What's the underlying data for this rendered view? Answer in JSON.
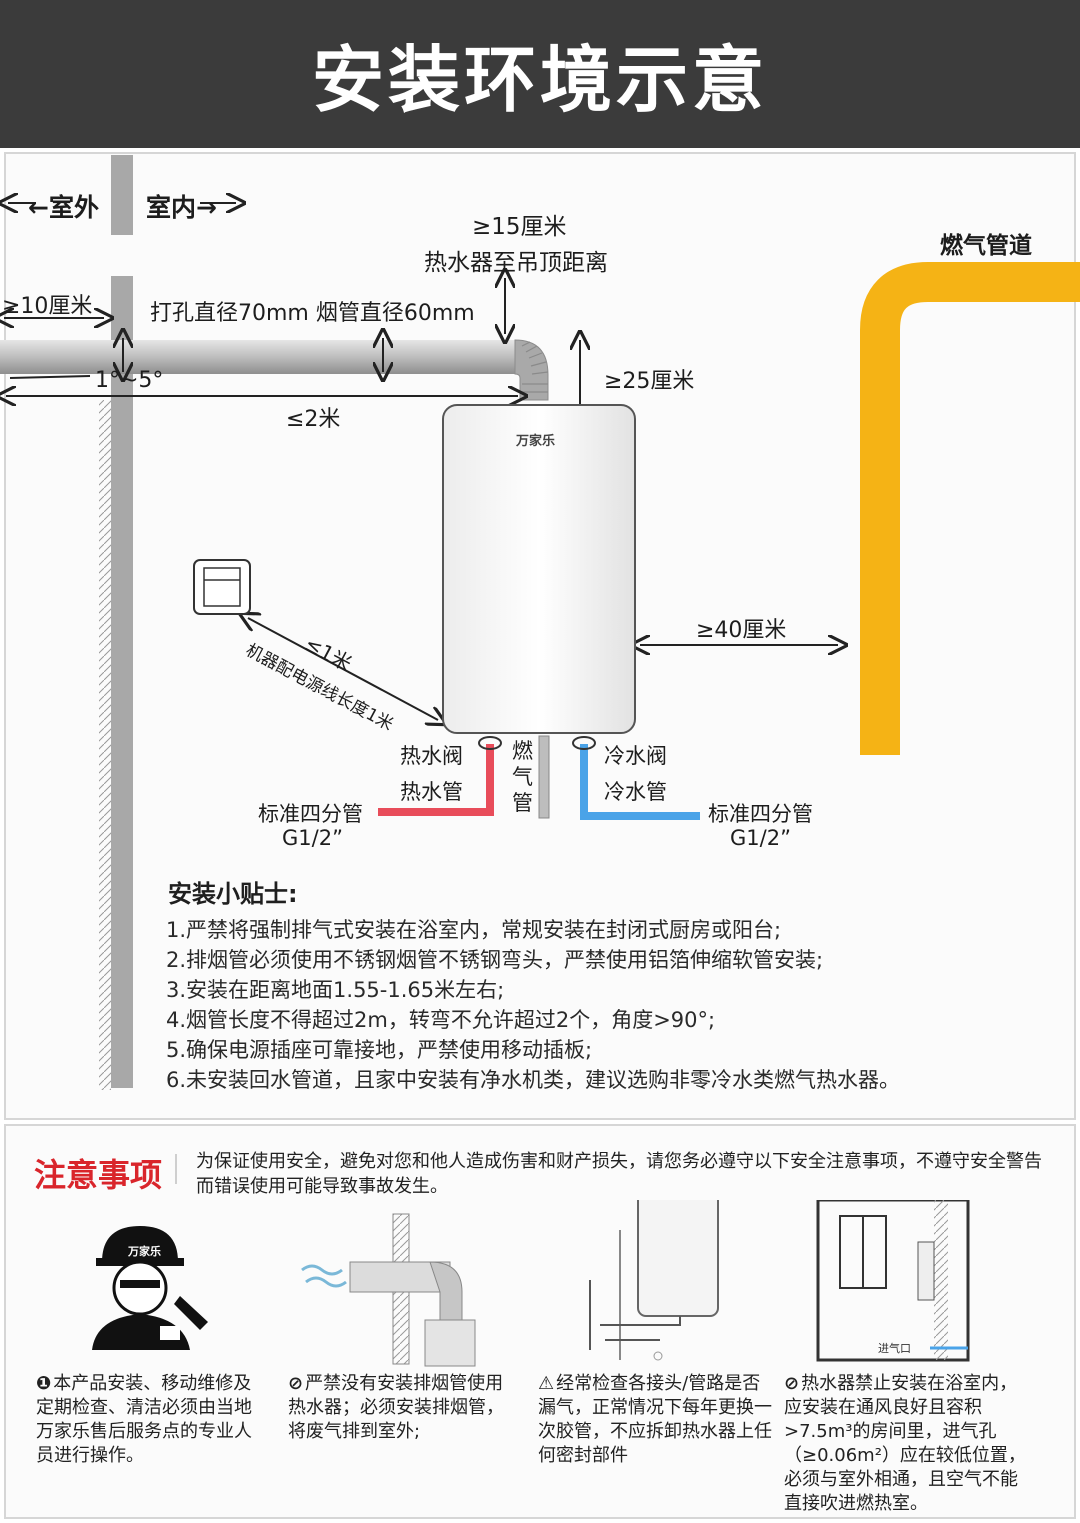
{
  "header": {
    "title": "安装环境示意"
  },
  "diagram": {
    "outdoor": "←室外",
    "indoor": "室内→",
    "ceiling_dist": "≥15厘米",
    "ceiling_label": "热水器至吊顶距离",
    "gas_pipe": "燃气管道",
    "wall_dist": "≥10厘米",
    "hole_spec": "打孔直径70mm 烟管直径60mm",
    "slope": "1°~5°",
    "top_dist": "≥25厘米",
    "pipe_len": "≤2米",
    "brand": "万家乐",
    "side_dist": "≥40厘米",
    "cable_len": "≤1米",
    "cable_label": "机器配电源线长度1米",
    "hot_valve": "热水阀",
    "hot_pipe": "热水管",
    "gas_pipe_vertical": "燃气管",
    "cold_valve": "冷水阀",
    "cold_pipe": "冷水管",
    "std_left": "标准四分管",
    "g_left": "G1/2”",
    "std_right": "标准四分管",
    "g_right": "G1/2”",
    "colors": {
      "gas": "#f5b315",
      "hot": "#e84c5a",
      "cold": "#4aa3e8",
      "wall": "#a8a8a8"
    }
  },
  "tips": {
    "title": "安装小贴士:",
    "items": [
      "1.严禁将强制排气式安装在浴室内，常规安装在封闭式厨房或阳台;",
      "2.排烟管必须使用不锈钢烟管不锈钢弯头，严禁使用铝箔伸缩软管安装;",
      "3.安装在距离地面1.55-1.65米左右;",
      "4.烟管长度不得超过2m，转弯不允许超过2个，角度>90°;",
      "5.确保电源插座可靠接地，严禁使用移动插板;",
      "6.未安装回水管道，且家中安装有净水机类，建议选购非零冷水类燃气热水器。"
    ]
  },
  "notice": {
    "title": "注意事项",
    "intro": "为保证使用安全，避免对您和他人造成伤害和财产损失，请您务必遵守以下安全注意事项，不遵守安全警告而错误使用可能导致事故发生。",
    "worker_brand": "万家乐",
    "vent_label": "进气口",
    "items": [
      {
        "icon": "❶",
        "text": "本产品安装、移动维修及定期检查、清洁必须由当地万家乐售后服务点的专业人员进行操作。"
      },
      {
        "icon": "⊘",
        "text": "严禁没有安装排烟管使用热水器；必须安装排烟管，将废气排到室外;"
      },
      {
        "icon": "⚠",
        "text": "经常检查各接头/管路是否漏气，正常情况下每年更换一次胶管，不应拆卸热水器上任何密封部件"
      },
      {
        "icon": "⊘",
        "text": "热水器禁止安装在浴室内，应安装在通风良好且容积>7.5m³的房间里，进气孔（≥0.06m²）应在较低位置，必须与室外相通，且空气不能直接吹进燃热室。"
      }
    ]
  }
}
